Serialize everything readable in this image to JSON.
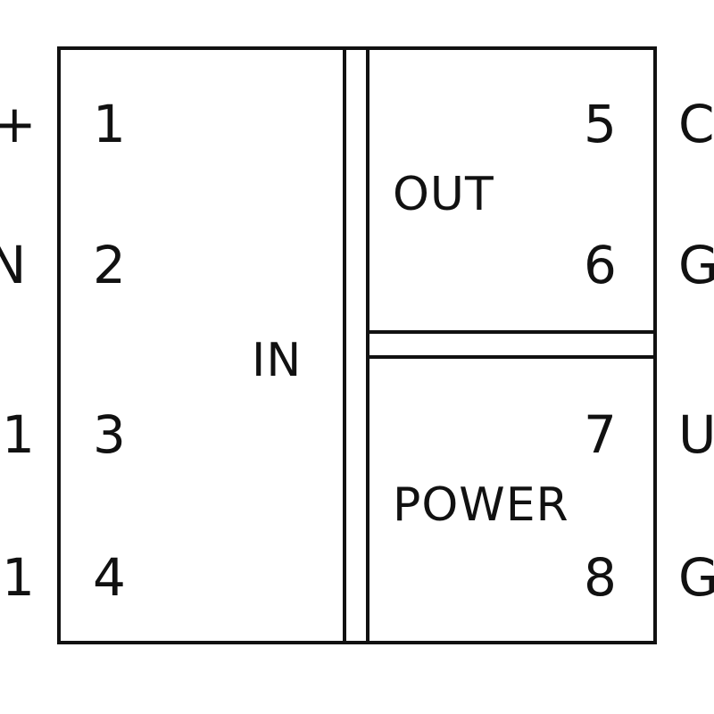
{
  "blocks": {
    "input": {
      "label": "IN",
      "terminals": [
        "1",
        "2",
        "3",
        "4"
      ]
    },
    "output": {
      "label": "OUT",
      "terminals": [
        "5",
        "6"
      ]
    },
    "power": {
      "label": "POWER",
      "terminals": [
        "7",
        "8"
      ]
    }
  },
  "left_signals": [
    "+",
    "N",
    "1",
    "1"
  ],
  "right_signals": [
    "C",
    "G",
    "U",
    "G"
  ],
  "colors": {
    "line": "#111111",
    "background": "#ffffff"
  }
}
